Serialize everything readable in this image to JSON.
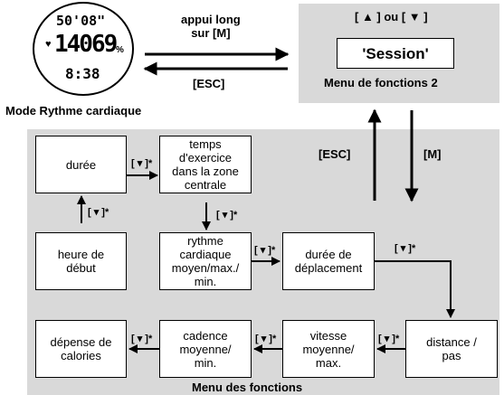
{
  "watch": {
    "top_reading": "50'08\"",
    "mid_reading": "14069",
    "mid_unit": "%",
    "bottom_reading": "8:38"
  },
  "labels": {
    "mode_title": "Mode Rythme cardiaque",
    "long_press": "appui long\nsur [M]",
    "esc_top": "[ESC]",
    "menu2_keys": "[ ▲ ] ou [ ▼ ]",
    "session": "'Session'",
    "menu2_title": "Menu de fonctions 2",
    "esc_vertical": "[ESC]",
    "m_vertical": "[M]",
    "menu_title": "Menu des fonctions",
    "key_down": "[ ▾ ]*"
  },
  "boxes": {
    "duree": "durée",
    "temps": "temps\nd'exercice\ndans la zone\ncentrale",
    "heure": "heure de\ndébut",
    "rythme": "rythme\ncardiaque\nmoyen/max./\nmin.",
    "deplacement": "durée de\ndéplacement",
    "distance": "distance /\npas",
    "vitesse": "vitesse\nmoyenne/\nmax.",
    "cadence": "cadence\nmoyenne/\nmin.",
    "depense": "dépense de\ncalories"
  }
}
